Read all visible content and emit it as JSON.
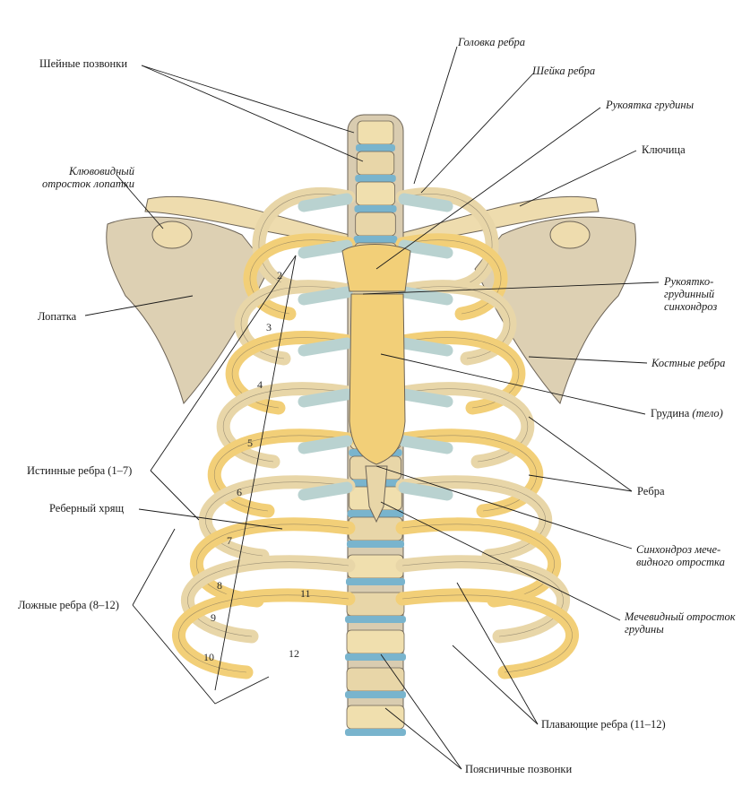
{
  "labels": {
    "cervical_vertebrae": "Шейные позвонки",
    "coracoid_line1": "Клювовидный",
    "coracoid_line2": "отросток лопатки",
    "scapula": "Лопатка",
    "true_ribs": "Истинные ребра (1–7)",
    "costal_cartilage": "Реберный хрящ",
    "false_ribs": "Ложные ребра (8–12)",
    "rib_head": "Головка ребра",
    "rib_neck": "Шейка ребра",
    "manubrium": "Рукоятка грудины",
    "clavicle": "Ключица",
    "msj_line1": "Рукоятко-",
    "msj_line2": "грудинный",
    "msj_line3": "синхондроз",
    "bony_ribs": "Костные ребра",
    "sternum_main": "Грудина ",
    "sternum_paren": "(тело)",
    "ribs": "Ребра",
    "xiphoid_synch_line1": "Синхондроз мече-",
    "xiphoid_synch_line2": "видного отростка",
    "xiphoid_line1": "Мечевидный отросток",
    "xiphoid_line2": "грудины",
    "floating_ribs": "Плавающие ребра (11–12)",
    "lumbar_vertebrae": "Поясничные позвонки"
  },
  "rib_numbers": [
    "2",
    "3",
    "4",
    "5",
    "6",
    "7",
    "8",
    "9",
    "10",
    "11",
    "12"
  ],
  "colors": {
    "bone": "#e8d6a8",
    "bone_light": "#f0dfae",
    "bone_yellow": "#f2cf78",
    "bone_shadow": "#9a8f7e",
    "cartilage": "#b9d2d0",
    "disc": "#79b4cd",
    "outline": "#6d6457"
  }
}
